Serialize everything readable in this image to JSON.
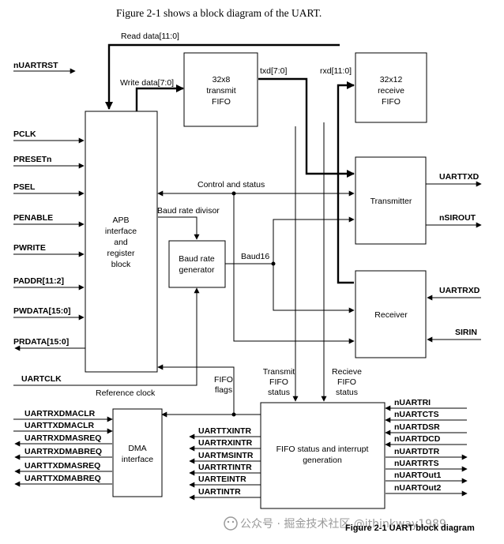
{
  "figure_intro": "Figure 2-1 shows a block diagram of the UART.",
  "caption": "Figure 2-1 UART block diagram",
  "watermark": "公众号 · 掘金技术社区 @ithinkway1989",
  "blocks": {
    "apb": [
      "APB",
      "interface",
      "and",
      "register",
      "block"
    ],
    "tx_fifo": [
      "32x8",
      "transmit",
      "FIFO"
    ],
    "rx_fifo": [
      "32x12",
      "receive",
      "FIFO"
    ],
    "transmitter": [
      "Transmitter"
    ],
    "baud_gen": [
      "Baud rate",
      "generator"
    ],
    "receiver": [
      "Receiver"
    ],
    "dma": [
      "DMA",
      "interface"
    ],
    "fifo_status": [
      "FIFO status and interrupt",
      "generation"
    ]
  },
  "bus_labels": {
    "read_data": "Read data[11:0]",
    "write_data": "Write data[7:0]",
    "txd": "txd[7:0]",
    "rxd": "rxd[11:0]",
    "control_status": "Control and status",
    "baud_divisor": "Baud rate divisor",
    "baud16": "Baud16",
    "tx_fifo_status": [
      "Transmit",
      "FIFO",
      "status"
    ],
    "rx_fifo_status": [
      "Recieve",
      "FIFO",
      "status"
    ],
    "fifo_flags": [
      "FIFO",
      "flags"
    ],
    "reference_clock": "Reference clock"
  },
  "apb_signals": [
    "nUARTRST",
    "PCLK",
    "PRESETn",
    "PSEL",
    "PENABLE",
    "PWRITE",
    "PADDR[11:2]",
    "PWDATA[15:0]",
    "PRDATA[15:0]",
    "UARTCLK"
  ],
  "serial_signals": [
    "UARTTXD",
    "nSIROUT",
    "UARTRXD",
    "SIRIN"
  ],
  "dma_signals": [
    "UARTRXDMACLR",
    "UARTTXDMACLR",
    "UARTRXDMASREQ",
    "UARTRXDMABREQ",
    "UARTTXDMASREQ",
    "UARTTXDMABREQ"
  ],
  "interrupt_signals": [
    "UARTTXINTR",
    "UARTRXINTR",
    "UARTMSINTR",
    "UARTRTINTR",
    "UARTEINTR",
    "UARTINTR"
  ],
  "modem_signals": [
    "nUARTRI",
    "nUARTCTS",
    "nUARTDSR",
    "nUARTDCD",
    "nUARTDTR",
    "nUARTRTS",
    "nUARTOut1",
    "nUARTOut2"
  ]
}
